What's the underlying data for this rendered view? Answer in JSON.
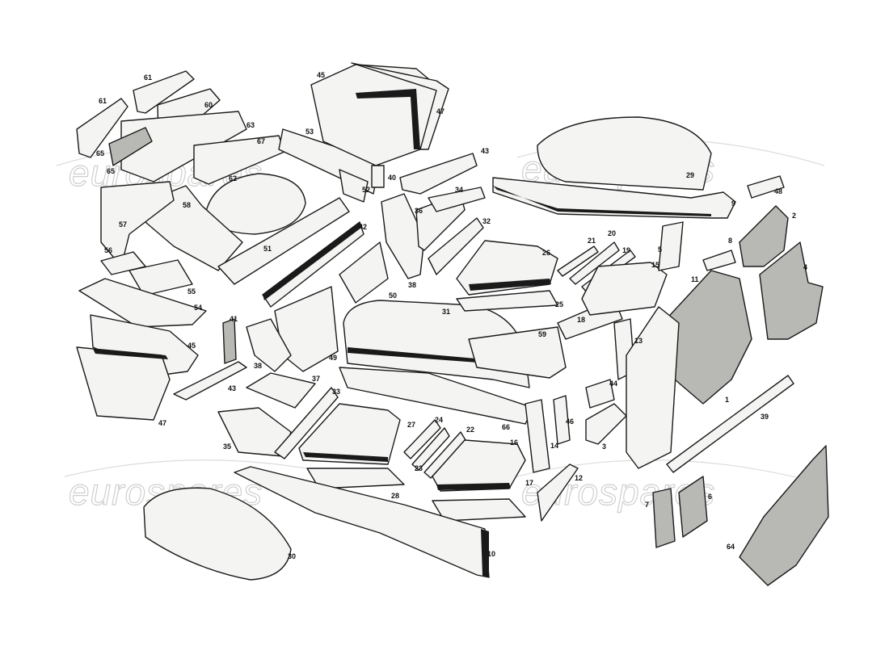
{
  "watermark": "eurospares",
  "callouts": [
    "1",
    "2",
    "3",
    "4",
    "5",
    "6",
    "7",
    "8",
    "9",
    "10",
    "11",
    "12",
    "13",
    "14",
    "15",
    "16",
    "17",
    "18",
    "19",
    "20",
    "21",
    "22",
    "23",
    "24",
    "25",
    "26",
    "27",
    "28",
    "29",
    "30",
    "31",
    "32",
    "33",
    "34",
    "35",
    "36",
    "37",
    "38",
    "39",
    "40",
    "41",
    "42",
    "43",
    "44",
    "45",
    "46",
    "47",
    "48",
    "49",
    "50",
    "51",
    "52",
    "53",
    "54",
    "55",
    "56",
    "57",
    "58",
    "59",
    "60",
    "61",
    "62",
    "63",
    "64",
    "65",
    "66",
    "67"
  ]
}
